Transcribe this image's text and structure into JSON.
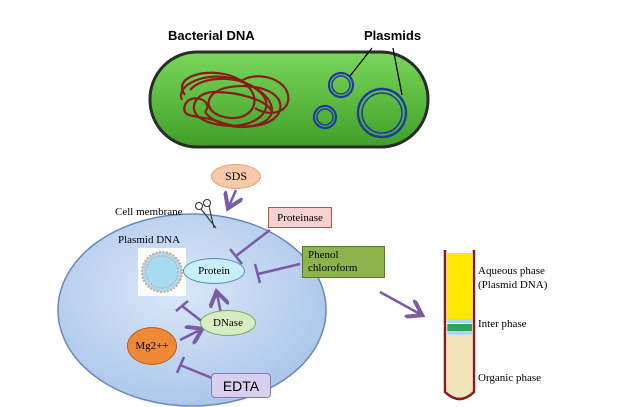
{
  "labels": {
    "bacterial_dna": "Bacterial DNA",
    "plasmids": "Plasmids",
    "sds": "SDS",
    "cell_membrane": "Cell membrane",
    "proteinase": "Proteinase",
    "phenol_chloroform": "Phenol\nchloroform",
    "plasmid_dna": "Plasmid DNA",
    "protein": "Protein",
    "dnase": "DNase",
    "mg2": "Mg2++",
    "edta": "EDTA",
    "aqueous_phase": "Aqueous phase\n(Plasmid DNA)",
    "inter_phase": "Inter phase",
    "organic_phase": "Organic phase"
  },
  "colors": {
    "bacterium_fill": "#5ec43c",
    "bacterial_dna": "#8b1a1a",
    "plasmid": "#1f3aa0",
    "cell_fill": "#bcd4f2",
    "sds_fill": "#f7c9a8",
    "proteinase_fill": "#f7d0d0",
    "proteinase_border": "#c0504d",
    "phenol_fill": "#8db34a",
    "protein_fill": "#c8eef8",
    "dnase_fill": "#d7ecc3",
    "mg_fill": "#ee8a36",
    "edta_fill": "#d9cfee",
    "arrow": "#7b5aa6",
    "aqueous": "#ffe800",
    "interphase": "#2aa85a",
    "organic": "#f0e4b8"
  }
}
